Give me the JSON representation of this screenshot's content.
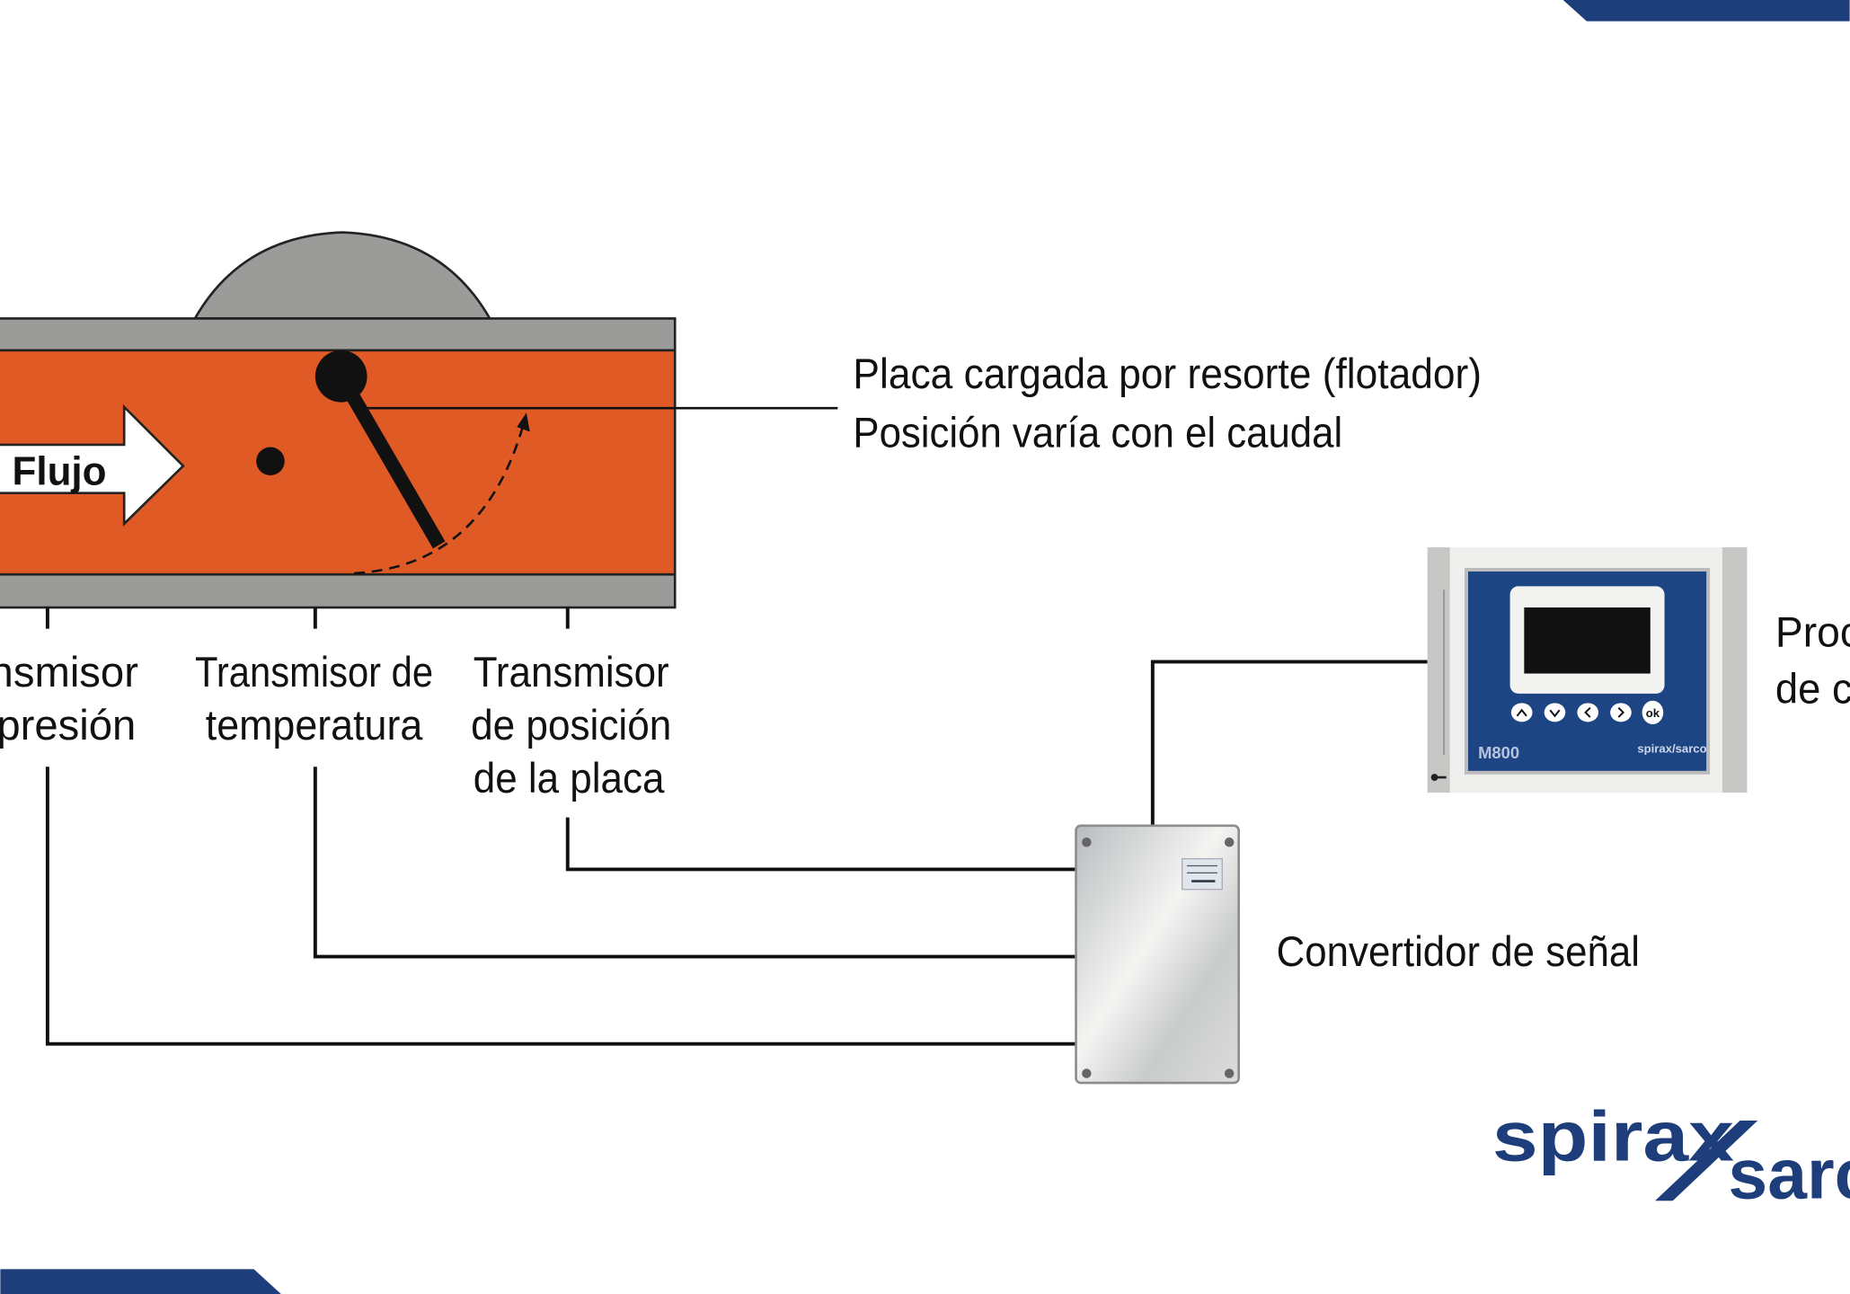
{
  "colors": {
    "brand_blue": "#1d3e7a",
    "fluid_orange": "#e05a26",
    "pipe_gray": "#9b9b99"
  },
  "pipe": {
    "flow_label": "Flujo"
  },
  "callout": {
    "line1": "Placa cargada por resorte (flotador)",
    "line2": "Posición varía con el caudal"
  },
  "transmitters": [
    {
      "lines": [
        "Transmisor",
        "de presión"
      ]
    },
    {
      "lines": [
        "Transmisor de",
        "temperatura"
      ]
    },
    {
      "lines": [
        "Transmisor",
        "de posición",
        "de la placa"
      ]
    }
  ],
  "converter": {
    "label": "Convertidor de señal"
  },
  "processor": {
    "model": "M800",
    "brand_small": "spirax/sarco",
    "label_lines": [
      "Procesador",
      "de caudal"
    ],
    "buttons": [
      "up",
      "down",
      "left",
      "right",
      "ok"
    ],
    "ok_label": "ok"
  },
  "logo": {
    "word1": "spirax",
    "word2": "sarco"
  }
}
